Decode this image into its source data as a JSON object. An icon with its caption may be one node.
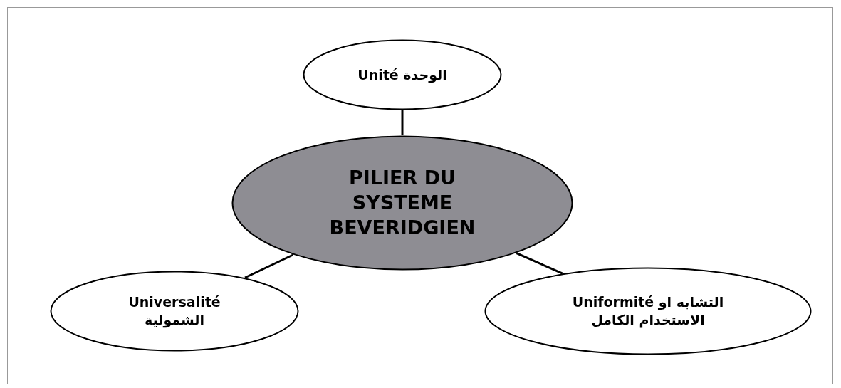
{
  "diagram": {
    "nodes": [
      {
        "text": [
          "Unité الوحدة"
        ]
      },
      {
        "text": [
          "PILIER DU SYSTEME BEVERIDGIEN"
        ]
      },
      {
        "text": [
          "Universalité الشمولية"
        ]
      },
      {
        "text": [
          "Uniformité التشابه او الاستخدام الكامل"
        ]
      }
    ],
    "edges": [
      {
        "from": 1,
        "to": 0,
        "arrow": "none"
      },
      {
        "from": 1,
        "to": 2,
        "arrow": "none"
      },
      {
        "from": 1,
        "to": 3,
        "arrow": "none"
      }
    ]
  }
}
